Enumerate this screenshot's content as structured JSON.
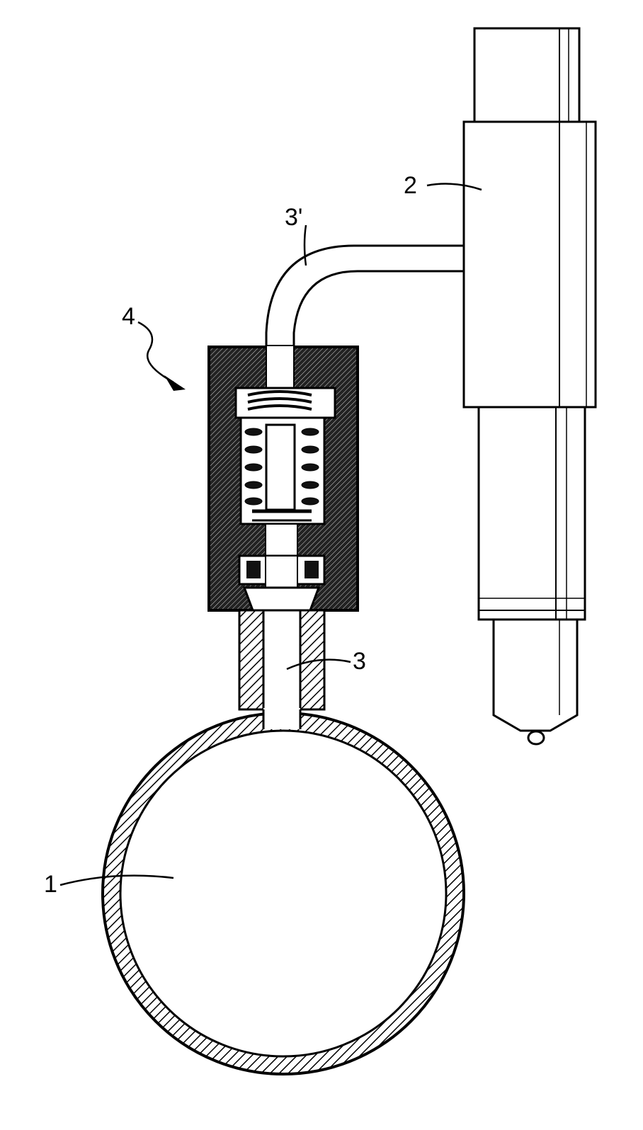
{
  "labels": {
    "rail": "1",
    "injector": "2",
    "pipe": "3",
    "pipe_bent": "3'",
    "valve": "4"
  },
  "colors": {
    "ink": "#000000",
    "paper": "#ffffff",
    "housing": "#1a1a1a"
  }
}
